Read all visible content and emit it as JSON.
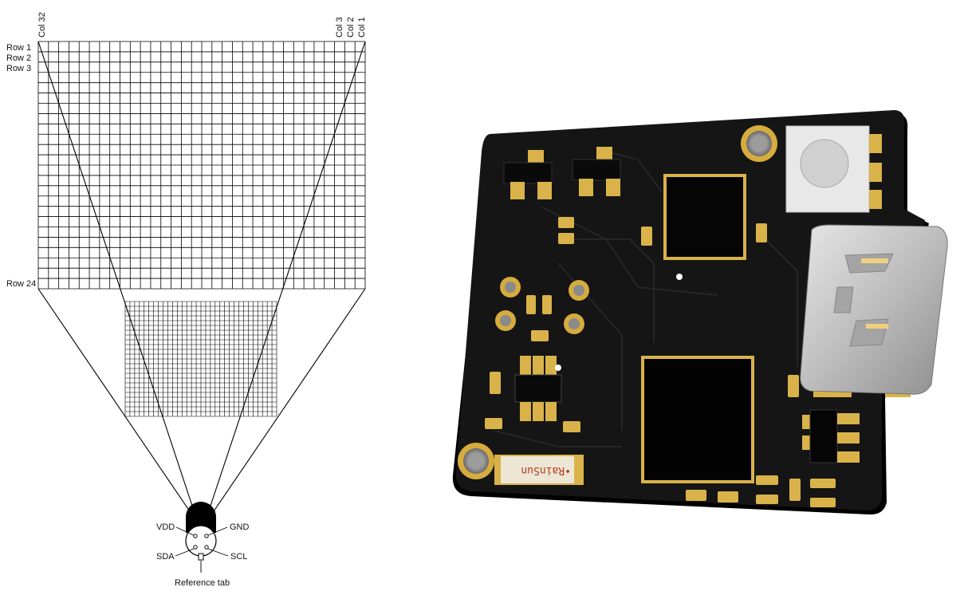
{
  "diagram": {
    "columns": {
      "first": "Col 32",
      "third": "Col 3",
      "second": "Col 2",
      "one": "Col 1"
    },
    "rows": {
      "one": "Row 1",
      "two": "Row 2",
      "three": "Row 3",
      "last": "Row 24"
    },
    "grid": {
      "cols": 32,
      "rows": 24,
      "inner_cols": 32,
      "inner_rows": 24
    },
    "pins": {
      "vdd": "VDD",
      "gnd": "GND",
      "sda": "SDA",
      "scl": "SCL"
    },
    "reference_tab": "Reference tab"
  },
  "board": {
    "silkscreen": "•RainSun",
    "colors": {
      "pcb": "#151515",
      "pad": "#d9b24a",
      "chip": "#050505",
      "connector": "#c9c9c9"
    }
  }
}
